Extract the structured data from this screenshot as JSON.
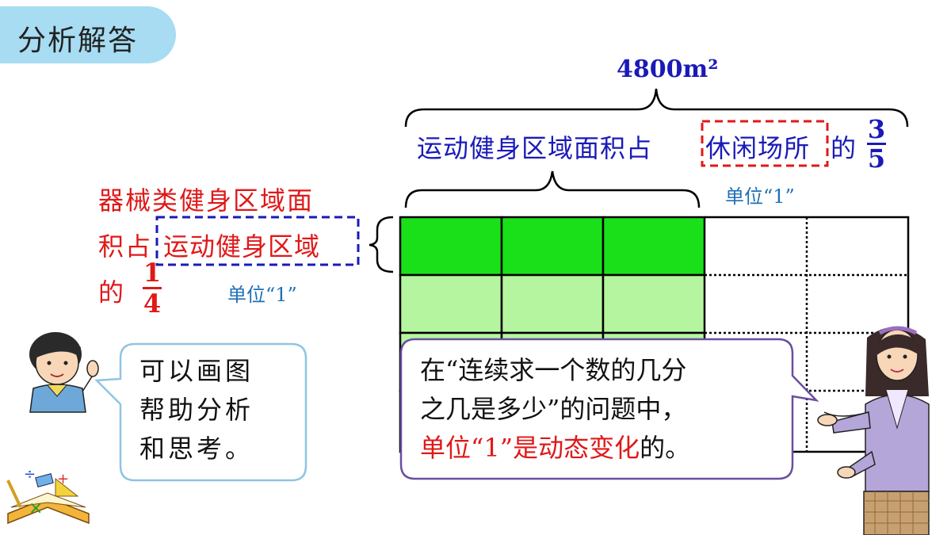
{
  "header": {
    "title": "分析解答"
  },
  "total": {
    "label": "4800m²"
  },
  "top_relation": {
    "before": "运动健身区域面积占",
    "boxed": "休闲场所",
    "after": "的",
    "fraction": {
      "numerator": "3",
      "denominator": "5"
    },
    "unit_label": "单位“1”"
  },
  "left_relation": {
    "line1": "器械类健身区域面",
    "line2_prefix": "积占",
    "boxed": "运动健身区域",
    "line3_prefix": "的",
    "fraction": {
      "numerator": "1",
      "denominator": "4"
    },
    "unit_label": "单位“1”"
  },
  "boy_bubble": {
    "lines": [
      "可以画图",
      "帮助分析",
      "和思考。"
    ]
  },
  "teacher_bubble": {
    "line1": "在“连续求一个数的几分",
    "line2": "之几是多少”的问题中，",
    "line3_red": "单位“1”是动态变化",
    "line3_end": "的。"
  },
  "colors": {
    "dark_green": "#1ae01a",
    "light_green": "#b6f5a0",
    "blue": "#1a1ab8",
    "red": "#e01818",
    "tab": "#a7dcf2",
    "bubble_border_blue": "#8fc4e4",
    "bubble_border_purple": "#6a4fa0"
  }
}
